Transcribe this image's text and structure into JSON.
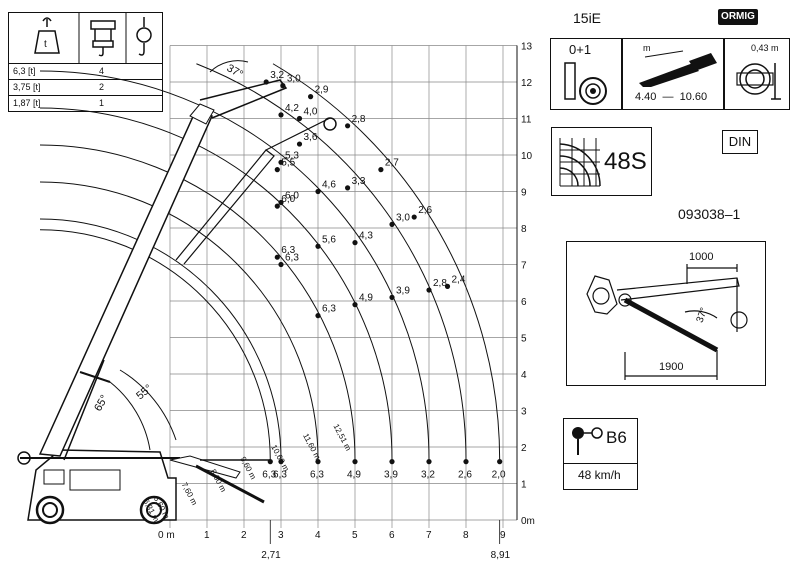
{
  "header": {
    "model": "15iE",
    "brand": "ORMIG",
    "din": "DIN",
    "code": "093038–1"
  },
  "load_table": {
    "icons": [
      "load-t-icon",
      "hook-falls-icon",
      "hook-block-icon"
    ],
    "rows": [
      {
        "load": "6,3 [t]",
        "falls": "4"
      },
      {
        "load": "3,75 [t]",
        "falls": "2"
      },
      {
        "load": "1,87 [t]",
        "falls": "1"
      }
    ]
  },
  "specs": {
    "control": "0+1",
    "boom_unit": "m",
    "boom_range": "4.40  —  10.60",
    "gauge": "0,43 m",
    "rating": "48S",
    "speed_class": "B6",
    "speed": "48 km/h"
  },
  "jib": {
    "offset": "1000",
    "length": "1900",
    "angle": "37°"
  },
  "chart_data": {
    "type": "load-chart",
    "x_ticks": [
      "0 m",
      "1",
      "2",
      "3",
      "4",
      "5",
      "6",
      "7",
      "8",
      "9"
    ],
    "y_ticks": [
      "0m",
      "1",
      "2",
      "3",
      "4",
      "5",
      "6",
      "7",
      "8",
      "9",
      "10",
      "11",
      "12",
      "13"
    ],
    "xlim": [
      0,
      9
    ],
    "ylim": [
      0,
      13
    ],
    "x_extra": [
      "2,71",
      "8,91"
    ],
    "boom_angles": [
      "65°",
      "55°",
      "37°"
    ],
    "radius_arcs": [
      {
        "label": "6,31 m",
        "radius": 2.71
      },
      {
        "label": "6,60 m",
        "radius": 3.0
      },
      {
        "label": "7,60 m",
        "radius": 4.0
      },
      {
        "label": "8,60 m",
        "radius": 5.0
      },
      {
        "label": "9,60 m",
        "radius": 6.0
      },
      {
        "label": "10,60 m",
        "radius": 7.0
      },
      {
        "label": "11,60 m",
        "radius": 8.0
      },
      {
        "label": "12,51 m",
        "radius": 8.91
      }
    ],
    "ground_loads": [
      {
        "x": 2.71,
        "label": "6,3"
      },
      {
        "x": 3.0,
        "label": "6,3"
      },
      {
        "x": 4.0,
        "label": "6,3"
      },
      {
        "x": 5.0,
        "label": "4,9"
      },
      {
        "x": 6.0,
        "label": "3,9"
      },
      {
        "x": 7.0,
        "label": "3,2"
      },
      {
        "x": 8.0,
        "label": "2,6"
      },
      {
        "x": 8.91,
        "label": "2,0"
      }
    ],
    "points": [
      {
        "x": 2.6,
        "y": 12.0,
        "label": "3,2"
      },
      {
        "x": 3.05,
        "y": 11.9,
        "label": "3,0"
      },
      {
        "x": 3.8,
        "y": 11.6,
        "label": "2,9"
      },
      {
        "x": 4.8,
        "y": 10.8,
        "label": "2,8"
      },
      {
        "x": 5.7,
        "y": 9.6,
        "label": "2,7"
      },
      {
        "x": 6.6,
        "y": 8.3,
        "label": "2,6"
      },
      {
        "x": 7.5,
        "y": 6.4,
        "label": "2,4"
      },
      {
        "x": 3.0,
        "y": 11.1,
        "label": "4,2"
      },
      {
        "x": 3.5,
        "y": 11.0,
        "label": "4,0"
      },
      {
        "x": 3.5,
        "y": 10.3,
        "label": "3,6"
      },
      {
        "x": 3.0,
        "y": 9.8,
        "label": "5,3"
      },
      {
        "x": 2.9,
        "y": 9.6,
        "label": "5,5"
      },
      {
        "x": 4.0,
        "y": 9.0,
        "label": "4,6"
      },
      {
        "x": 4.8,
        "y": 9.1,
        "label": "3,3"
      },
      {
        "x": 3.0,
        "y": 8.7,
        "label": "6,0"
      },
      {
        "x": 2.9,
        "y": 8.6,
        "label": "6,0"
      },
      {
        "x": 6.0,
        "y": 8.1,
        "label": "3,0"
      },
      {
        "x": 4.0,
        "y": 7.5,
        "label": "5,6"
      },
      {
        "x": 5.0,
        "y": 7.6,
        "label": "4,3"
      },
      {
        "x": 2.9,
        "y": 7.2,
        "label": "6,3"
      },
      {
        "x": 3.0,
        "y": 7.0,
        "label": "6,3"
      },
      {
        "x": 7.0,
        "y": 6.3,
        "label": "2,8"
      },
      {
        "x": 6.0,
        "y": 6.1,
        "label": "3,9"
      },
      {
        "x": 5.0,
        "y": 5.9,
        "label": "4,9"
      },
      {
        "x": 4.0,
        "y": 5.6,
        "label": "6,3"
      }
    ]
  }
}
